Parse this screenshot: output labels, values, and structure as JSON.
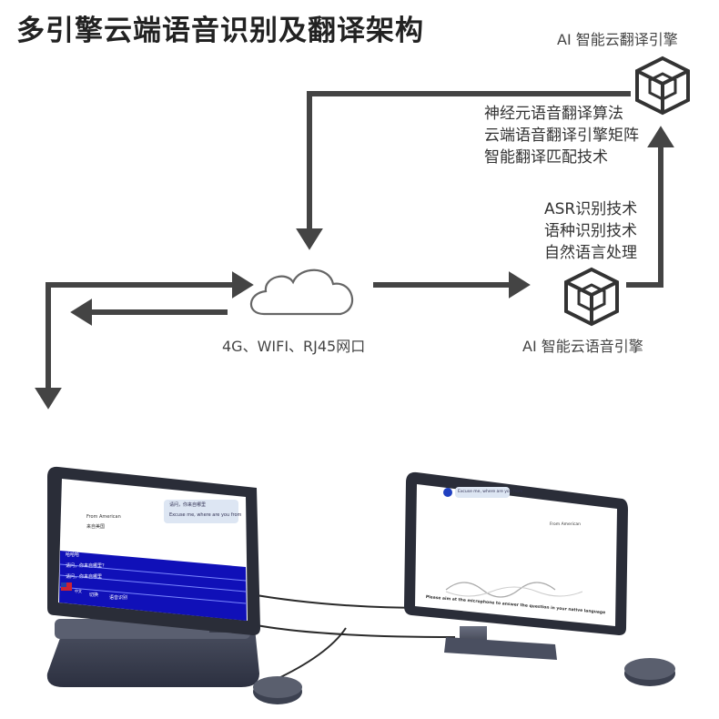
{
  "title": "多引擎云端语音识别及翻译架构",
  "cloud_label": "4G、WIFI、RJ45网口",
  "translate_engine": {
    "label": "AI 智能云翻译引擎",
    "features": [
      "神经元语音翻译算法",
      "云端语音翻译引擎矩阵",
      "智能翻译匹配技术"
    ]
  },
  "speech_engine": {
    "label": "AI 智能云语音引擎",
    "features": [
      "ASR识别技术",
      "语种识别技术",
      "自然语言处理"
    ]
  },
  "left_device": {
    "bubble_cn": "请问，你来自哪里",
    "bubble_en": "Excuse me, where are you from",
    "from_label": "From American",
    "from_value": "来自美国",
    "rows": [
      "哈哈哈",
      "请问，你来自哪里？",
      "请问，你来自哪里"
    ],
    "bottom_left": "中文",
    "bottom_mid": "切换",
    "bottom_right": "语音识别"
  },
  "right_device": {
    "bubble": "Excuse me, where are you from",
    "from_label": "From American",
    "prompt": "Please aim at the microphone to answer the question in your native language"
  },
  "colors": {
    "arrow": "#444444",
    "device": "#3c4150",
    "screen_blue": "#1010b8"
  }
}
